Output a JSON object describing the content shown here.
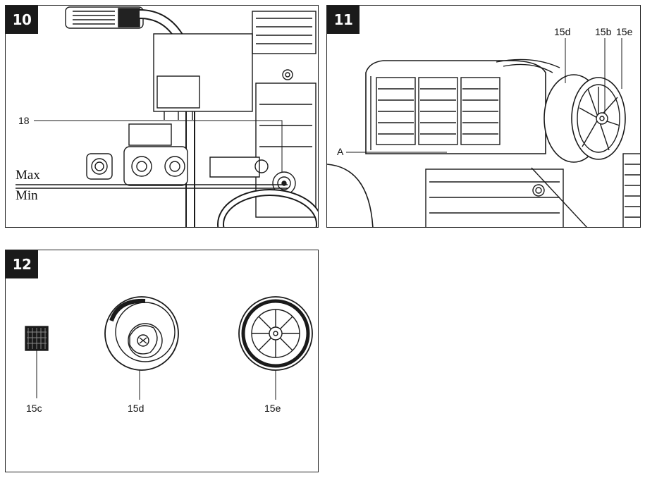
{
  "figures": [
    {
      "number": "10",
      "labels": {
        "part": "18",
        "max": "Max",
        "min": "Min"
      }
    },
    {
      "number": "11",
      "labels": {
        "cover": "15d",
        "knob": "15b",
        "filter": "15e",
        "marker": "A"
      }
    },
    {
      "number": "12",
      "labels": {
        "knob": "15c",
        "cover": "15d",
        "filter": "15e"
      }
    }
  ],
  "colors": {
    "ink": "#1a1a1a",
    "badge_bg": "#1a1a1a",
    "badge_fg": "#ffffff"
  }
}
